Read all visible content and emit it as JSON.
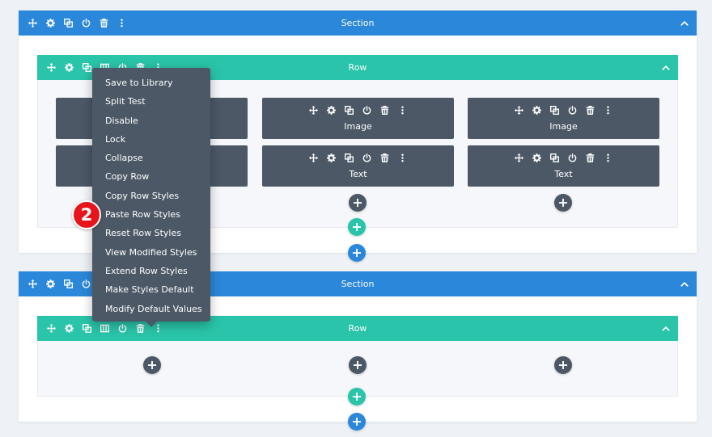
{
  "sections": [
    {
      "title": "Section",
      "row": {
        "title": "Row",
        "columns": [
          {
            "modules": [
              "",
              ""
            ]
          },
          {
            "modules": [
              "Image",
              "Text"
            ]
          },
          {
            "modules": [
              "Image",
              "Text"
            ]
          }
        ]
      }
    },
    {
      "title": "Section",
      "row": {
        "title": "Row"
      }
    }
  ],
  "context_menu": {
    "items": [
      "Save to Library",
      "Split Test",
      "Disable",
      "Lock",
      "Collapse",
      "Copy Row",
      "Copy Row Styles",
      "Paste Row Styles",
      "Reset Row Styles",
      "View Modified Styles",
      "Extend Row Styles",
      "Make Styles Default",
      "Modify Default Values"
    ]
  },
  "step_badge": "2",
  "icons": [
    "move-icon",
    "gear-icon",
    "duplicate-icon",
    "power-icon",
    "trash-icon",
    "more-icon",
    "columns-icon",
    "chevron-up-icon",
    "plus-icon"
  ],
  "colors": {
    "section": "#2b87da",
    "row": "#29c4a9",
    "module": "#4c5866",
    "badge": "#e8141c"
  }
}
